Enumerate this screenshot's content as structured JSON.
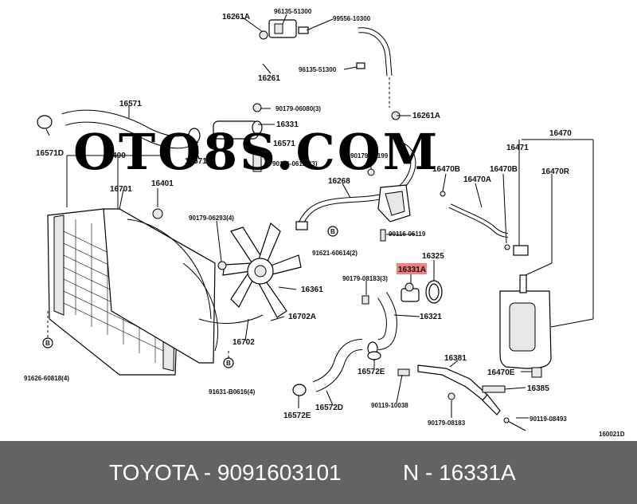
{
  "watermark": "OTO8S.COM",
  "diagram_code": "160021D",
  "highlight_color": "#f08080",
  "footer": {
    "brand_part": "TOYOTA - 9091603101",
    "ref": "N - 16331A"
  },
  "labels": {
    "p16261A_top": "16261A",
    "p96135_51300_a": "96135-51300",
    "p99556_10300": "99556-10300",
    "p16261": "16261",
    "p96135_51300_b": "96135-51300",
    "p16571": "16571",
    "p90179_06080": "90179-06080(3)",
    "p16331": "16331",
    "p16261A_mid": "16261A",
    "p16571D_left": "16571D",
    "p16571D_right": "16571D",
    "p16571_mid": "16571",
    "p90179_06199": "90179-06199",
    "p90116_06127": "90116-06127(3)",
    "p16400": "16400",
    "p16401": "16401",
    "p16701": "16701",
    "p16268": "16268",
    "p16470": "16470",
    "p16471": "16471",
    "p16470B_a": "16470B",
    "p16470B_b": "16470B",
    "p16470A": "16470A",
    "p16470R": "16470R",
    "p90179_06293": "90179-06293(4)",
    "p90116_06119": "90116-06119",
    "p91621_60614": "91621-60614(2)",
    "p16331A": "16331A",
    "p16325": "16325",
    "p90179_08183_3": "90179-08183(3)",
    "p16361": "16361",
    "p16702A": "16702A",
    "p16321": "16321",
    "p16702": "16702",
    "p16381": "16381",
    "p16572E_a": "16572E",
    "p16470E": "16470E",
    "p16385": "16385",
    "p91626_60818": "91626-60818(4)",
    "p91631_B0616": "91631-B0616(4)",
    "p90119_10038": "90119-10038",
    "p16572D": "16572D",
    "p16572E_b": "16572E",
    "p90179_08183": "90179-08183",
    "p90119_08493": "90119-08493",
    "ref_B": "B"
  }
}
